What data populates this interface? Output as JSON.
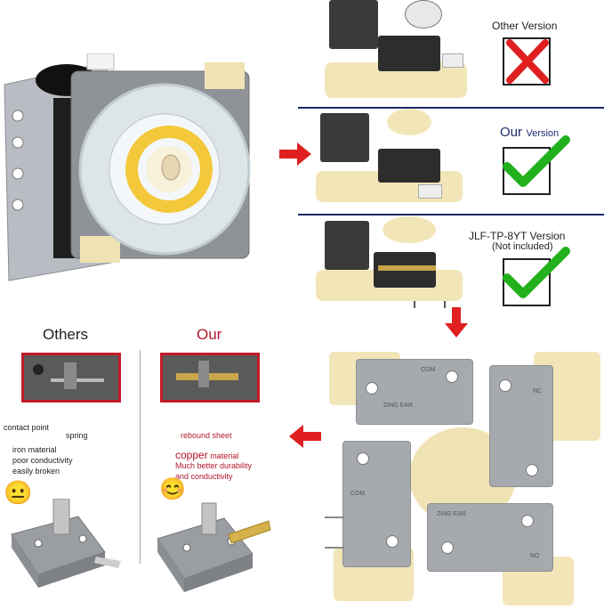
{
  "versions": {
    "other": {
      "label": "Other Version"
    },
    "ours": {
      "label_main": "Our",
      "label_suffix": "Version"
    },
    "jlf": {
      "label_main": "JLF-TP-8YT Version",
      "label_note": "(Not included)"
    }
  },
  "comparison": {
    "others_title": "Others",
    "our_title": "Our",
    "contact_point": "contact point",
    "spring": "spring",
    "iron_line1": "iron material",
    "iron_line2": "poor conductivity",
    "iron_line3": "easily broken",
    "rebound_sheet": "rebound sheet",
    "copper_word": "copper",
    "copper_rest": " material",
    "durability_line1": "Much better durability",
    "durability_line2": "and conductivity"
  },
  "switch_labels": {
    "zing_ear": "ZING EAR",
    "com": "COM",
    "no": "NO",
    "nc": "NC"
  },
  "colors": {
    "red": "#e02020",
    "dark_red": "#b3152a",
    "green": "#22b11c",
    "navy": "#1c2a6b"
  }
}
